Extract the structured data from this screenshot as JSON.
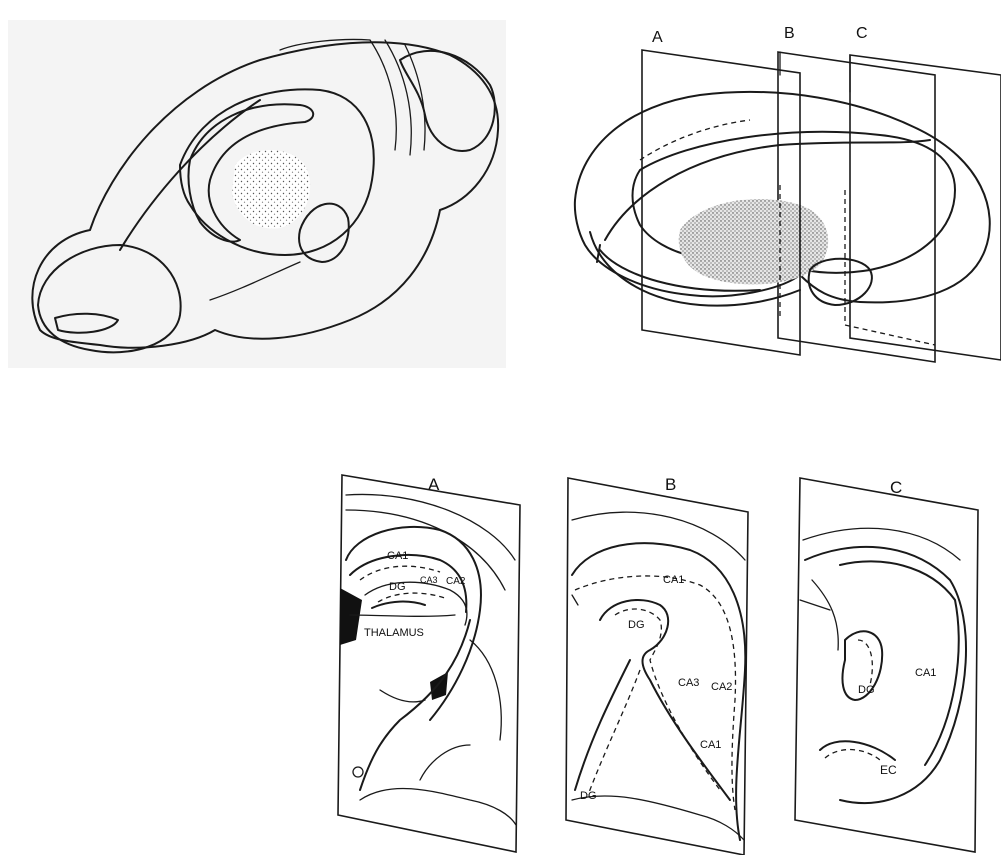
{
  "planes": {
    "a": "A",
    "b": "B",
    "c": "C"
  },
  "section_a": {
    "title": "A",
    "labels": {
      "ca1": "CA1",
      "ca2": "CA2",
      "ca3": "CA3",
      "dg": "DG",
      "thalamus": "THALAMUS"
    }
  },
  "section_b": {
    "title": "B",
    "labels": {
      "ca1_top": "CA1",
      "dg_top": "DG",
      "ca3": "CA3",
      "ca2": "CA2",
      "ca1_bottom": "CA1",
      "dg_bottom": "DG"
    }
  },
  "section_c": {
    "title": "C",
    "labels": {
      "ca1": "CA1",
      "dg": "DG",
      "ec": "EC"
    }
  }
}
